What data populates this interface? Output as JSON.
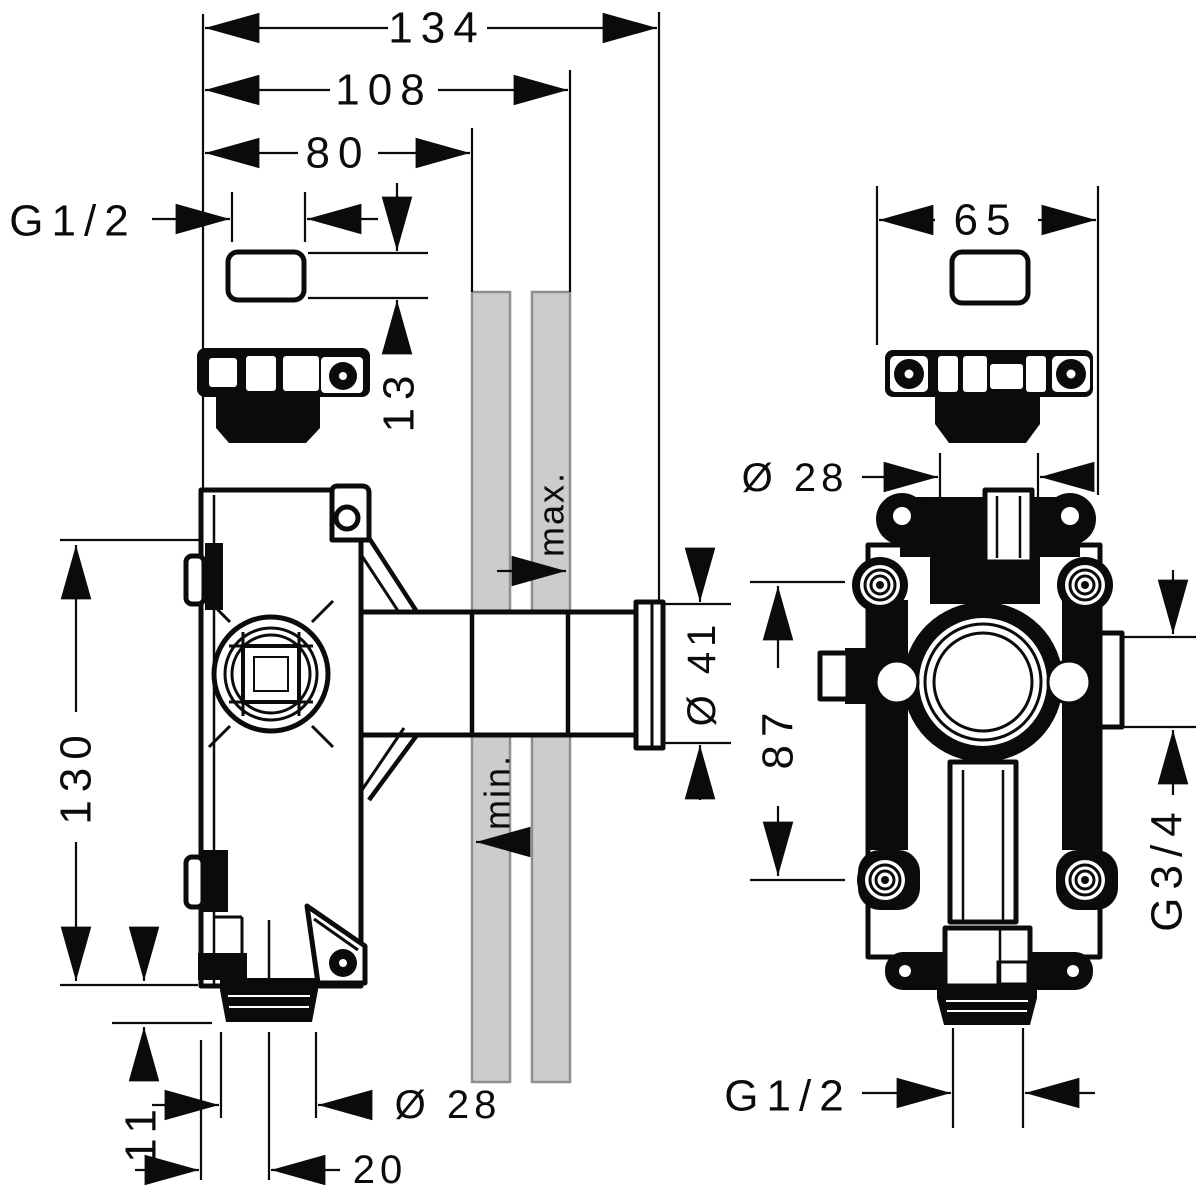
{
  "colors": {
    "line": "#0b0b0b",
    "wall_fill": "#cccccc",
    "wall_edge": "#8f8f8f"
  },
  "dims": {
    "overall_width": "134",
    "max_depth": "108",
    "min_depth": "80",
    "top_thread": "G1/2",
    "window_height": "13",
    "wall_max": "max.",
    "wall_min": "min.",
    "sleeve_diameter": "Ø 41",
    "body_height": "130",
    "bottom_offset": "11",
    "center_offset": "20",
    "pipe_diameter_side": "Ø 28",
    "plate_width": "65",
    "pipe_diameter_front": "Ø 28",
    "port_spacing": "87",
    "side_thread": "G3/4",
    "bottom_thread": "G1/2"
  }
}
